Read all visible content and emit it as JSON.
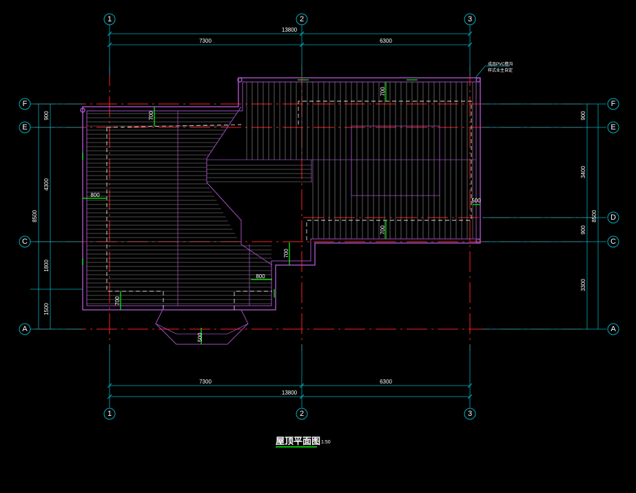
{
  "drawing": {
    "title": "屋顶平面图",
    "scale": "1:50",
    "note_line1": "成品PVC檐沟",
    "note_line2": "样式业主自定",
    "colors": {
      "background": "#000000",
      "axis_line": "#ff2020",
      "roof": "#a050c0",
      "ridge": "#c8c8c8",
      "dimension": "#00b0c0",
      "dim_text": "#ffffff",
      "arrow": "#00ff00"
    }
  },
  "axes": {
    "cols": [
      "1",
      "2",
      "3"
    ],
    "rows": [
      "F",
      "E",
      "D",
      "C",
      "A"
    ],
    "left_rows": [
      "F",
      "E",
      "C",
      "A"
    ]
  },
  "dims": {
    "top_overall": "13800",
    "top_span1": "7300",
    "top_span2": "6300",
    "bottom_overall": "13800",
    "bottom_span1": "7300",
    "bottom_span2": "6300",
    "left_fe": "900",
    "left_ec": "4300",
    "left_overall": "8500",
    "left_c_low": "1800",
    "left_low": "1500",
    "right_fe": "900",
    "right_ed": "3400",
    "right_dc": "900",
    "right_ca": "3300",
    "right_overall": "8500",
    "overhang_700_a": "700",
    "overhang_700_b": "700",
    "overhang_700_c": "700",
    "overhang_700_d": "700",
    "overhang_700_e": "700",
    "overhang_800_a": "800",
    "overhang_800_b": "800",
    "overhang_500_a": "500",
    "overhang_500_b": "500"
  }
}
